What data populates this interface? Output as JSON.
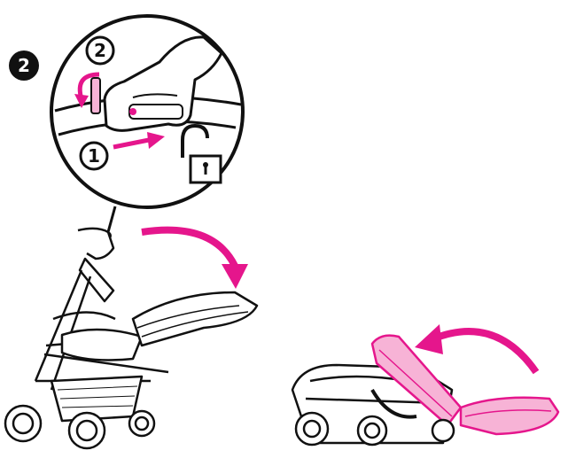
{
  "step": {
    "number": "2"
  },
  "callouts": {
    "first": "1",
    "second": "2"
  },
  "colors": {
    "accent": "#e5168c",
    "accent_light": "#f7b3d6",
    "ink": "#111111",
    "paper": "#ffffff"
  },
  "icons": {
    "unlock": "open-padlock-icon",
    "hand": "hand-icon"
  }
}
